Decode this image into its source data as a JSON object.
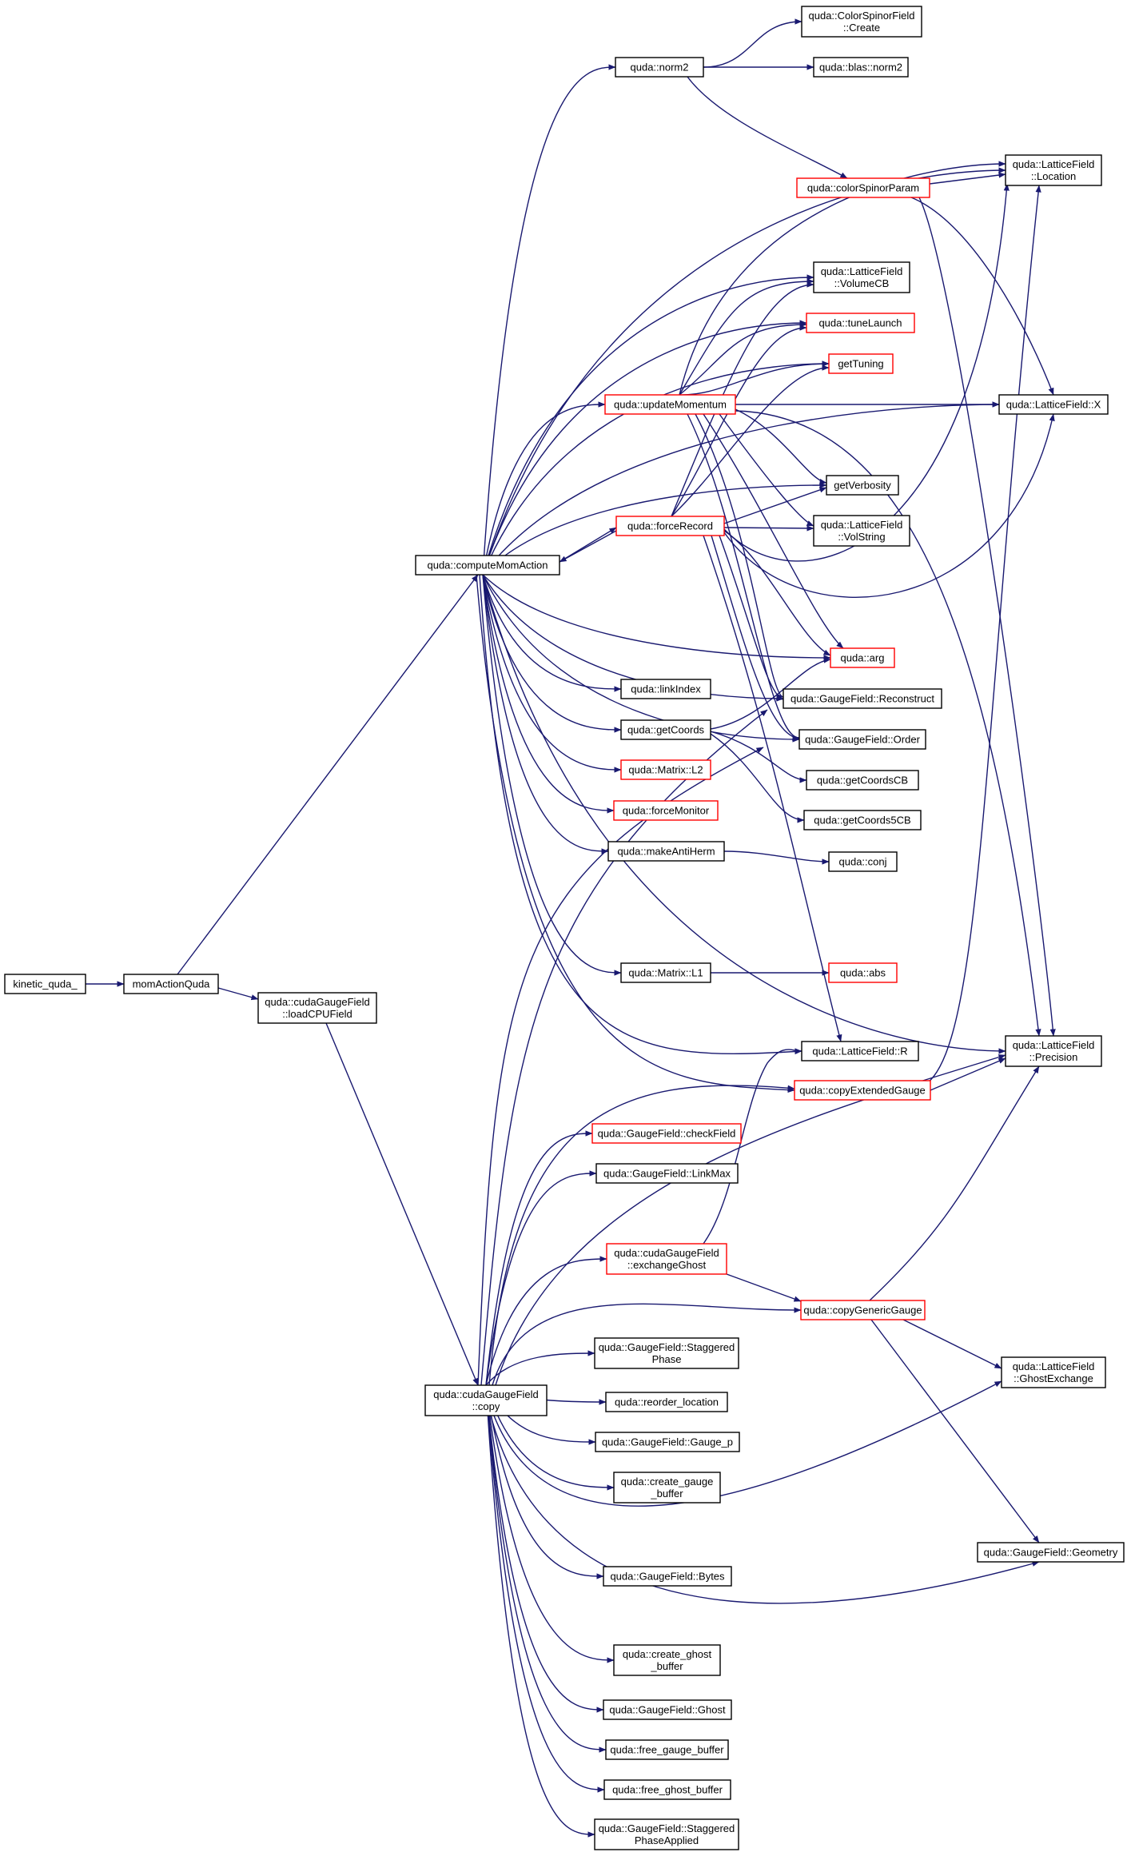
{
  "colors": {
    "edge": "#191970",
    "border_normal": "#000000",
    "border_link": "#ff0000",
    "root_fill": "#bfbfbf",
    "fill": "#ffffff"
  },
  "nodes": [
    {
      "id": "kinetic",
      "lines": [
        "kinetic_quda_"
      ],
      "style": "root"
    },
    {
      "id": "momAction",
      "lines": [
        "momActionQuda"
      ],
      "style": "normal"
    },
    {
      "id": "computeMom",
      "lines": [
        "quda::computeMomAction"
      ],
      "style": "normal"
    },
    {
      "id": "loadCPU",
      "lines": [
        "quda::cudaGaugeField",
        "::loadCPUField"
      ],
      "style": "normal"
    },
    {
      "id": "cgfcopy",
      "lines": [
        "quda::cudaGaugeField",
        "::copy"
      ],
      "style": "normal"
    },
    {
      "id": "norm2",
      "lines": [
        "quda::norm2"
      ],
      "style": "normal"
    },
    {
      "id": "csfCreate",
      "lines": [
        "quda::ColorSpinorField",
        "::Create"
      ],
      "style": "normal"
    },
    {
      "id": "blasNorm2",
      "lines": [
        "quda::blas::norm2"
      ],
      "style": "normal"
    },
    {
      "id": "colorSpinorParam",
      "lines": [
        "quda::colorSpinorParam"
      ],
      "style": "red"
    },
    {
      "id": "lfLocation",
      "lines": [
        "quda::LatticeField",
        "::Location"
      ],
      "style": "normal"
    },
    {
      "id": "lfVolumeCB",
      "lines": [
        "quda::LatticeField",
        "::VolumeCB"
      ],
      "style": "normal"
    },
    {
      "id": "tuneLaunch",
      "lines": [
        "quda::tuneLaunch"
      ],
      "style": "red"
    },
    {
      "id": "getTuning",
      "lines": [
        "getTuning"
      ],
      "style": "red"
    },
    {
      "id": "updateMomentum",
      "lines": [
        "quda::updateMomentum"
      ],
      "style": "red"
    },
    {
      "id": "lfX",
      "lines": [
        "quda::LatticeField::X"
      ],
      "style": "normal"
    },
    {
      "id": "getVerbosity",
      "lines": [
        "getVerbosity"
      ],
      "style": "normal"
    },
    {
      "id": "forceRecord",
      "lines": [
        "quda::forceRecord"
      ],
      "style": "red"
    },
    {
      "id": "lfVolString",
      "lines": [
        "quda::LatticeField",
        "::VolString"
      ],
      "style": "normal"
    },
    {
      "id": "arg",
      "lines": [
        "quda::arg"
      ],
      "style": "red"
    },
    {
      "id": "linkIndex",
      "lines": [
        "quda::linkIndex"
      ],
      "style": "normal"
    },
    {
      "id": "gfReconstruct",
      "lines": [
        "quda::GaugeField::Reconstruct"
      ],
      "style": "normal"
    },
    {
      "id": "getCoords",
      "lines": [
        "quda::getCoords"
      ],
      "style": "normal"
    },
    {
      "id": "gfOrder",
      "lines": [
        "quda::GaugeField::Order"
      ],
      "style": "normal"
    },
    {
      "id": "matrixL2",
      "lines": [
        "quda::Matrix::L2"
      ],
      "style": "red"
    },
    {
      "id": "getCoordsCB",
      "lines": [
        "quda::getCoordsCB"
      ],
      "style": "normal"
    },
    {
      "id": "forceMonitor",
      "lines": [
        "quda::forceMonitor"
      ],
      "style": "red"
    },
    {
      "id": "getCoords5CB",
      "lines": [
        "quda::getCoords5CB"
      ],
      "style": "normal"
    },
    {
      "id": "makeAntiHerm",
      "lines": [
        "quda::makeAntiHerm"
      ],
      "style": "normal"
    },
    {
      "id": "conj",
      "lines": [
        "quda::conj"
      ],
      "style": "normal"
    },
    {
      "id": "matrixL1",
      "lines": [
        "quda::Matrix::L1"
      ],
      "style": "normal"
    },
    {
      "id": "abs",
      "lines": [
        "quda::abs"
      ],
      "style": "red"
    },
    {
      "id": "lfR",
      "lines": [
        "quda::LatticeField::R"
      ],
      "style": "normal"
    },
    {
      "id": "lfPrecision",
      "lines": [
        "quda::LatticeField",
        "::Precision"
      ],
      "style": "normal"
    },
    {
      "id": "copyExtendedGauge",
      "lines": [
        "quda::copyExtendedGauge"
      ],
      "style": "red"
    },
    {
      "id": "gfCheckField",
      "lines": [
        "quda::GaugeField::checkField"
      ],
      "style": "red"
    },
    {
      "id": "gfLinkMax",
      "lines": [
        "quda::GaugeField::LinkMax"
      ],
      "style": "normal"
    },
    {
      "id": "exchangeGhost",
      "lines": [
        "quda::cudaGaugeField",
        "::exchangeGhost"
      ],
      "style": "red"
    },
    {
      "id": "copyGenericGauge",
      "lines": [
        "quda::copyGenericGauge"
      ],
      "style": "red"
    },
    {
      "id": "gfStaggeredPhase",
      "lines": [
        "quda::GaugeField::Staggered",
        "Phase"
      ],
      "style": "normal"
    },
    {
      "id": "lfGhostExchange",
      "lines": [
        "quda::LatticeField",
        "::GhostExchange"
      ],
      "style": "normal"
    },
    {
      "id": "reorderLocation",
      "lines": [
        "quda::reorder_location"
      ],
      "style": "normal"
    },
    {
      "id": "gfGaugeP",
      "lines": [
        "quda::GaugeField::Gauge_p"
      ],
      "style": "normal"
    },
    {
      "id": "createGaugeBuffer",
      "lines": [
        "quda::create_gauge",
        "_buffer"
      ],
      "style": "normal"
    },
    {
      "id": "gfGeometry",
      "lines": [
        "quda::GaugeField::Geometry"
      ],
      "style": "normal"
    },
    {
      "id": "gfBytes",
      "lines": [
        "quda::GaugeField::Bytes"
      ],
      "style": "normal"
    },
    {
      "id": "createGhostBuffer",
      "lines": [
        "quda::create_ghost",
        "_buffer"
      ],
      "style": "normal"
    },
    {
      "id": "gfGhost",
      "lines": [
        "quda::GaugeField::Ghost"
      ],
      "style": "normal"
    },
    {
      "id": "freeGaugeBuffer",
      "lines": [
        "quda::free_gauge_buffer"
      ],
      "style": "normal"
    },
    {
      "id": "freeGhostBuffer",
      "lines": [
        "quda::free_ghost_buffer"
      ],
      "style": "normal"
    },
    {
      "id": "gfStaggeredPhaseApplied",
      "lines": [
        "quda::GaugeField::Staggered",
        "PhaseApplied"
      ],
      "style": "normal"
    }
  ]
}
